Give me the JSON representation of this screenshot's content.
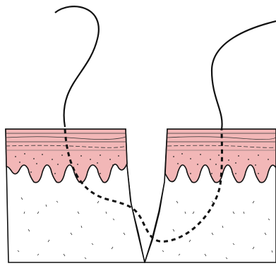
{
  "figure": {
    "subject": "suture-through-skin-wound",
    "title": "",
    "labels": []
  },
  "colors": {
    "epidermis_fill": "#f2b7b7",
    "dermis_fill": "#f2b7b7",
    "subcutis_fill": "#ffffff",
    "outline": "#111111",
    "suture": "#111111",
    "speckle": "#222222"
  },
  "icons": {
    "suture_thread": "curved-line",
    "suture_buried_path": "dashed-line"
  }
}
